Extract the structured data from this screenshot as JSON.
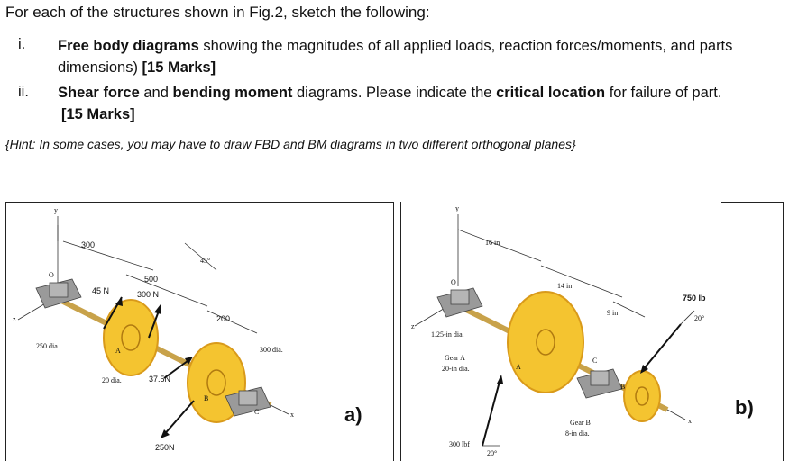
{
  "intro": "For each of the structures shown in Fig.2, sketch the following:",
  "items": [
    {
      "num": "i.",
      "bold": "Free body diagrams",
      "text": " showing the magnitudes of all applied loads, reaction forces/moments, and parts",
      "line2": "dimensions) ",
      "marks": "[15 Marks]"
    },
    {
      "num": "ii.",
      "bold": "Shear force",
      "mid": " and ",
      "bold2": "bending moment",
      "text": " diagrams. Please indicate the ",
      "bold3": "critical location",
      "tail": " for failure of part.",
      "marks": "[15 Marks]"
    }
  ],
  "hint": "{Hint: In some cases, you may have to draw FBD and BM diagrams in two different orthogonal planes}",
  "fig_a": {
    "tag": "a)",
    "labels": {
      "d300": "300",
      "d500": "500",
      "d200": "200",
      "ang45": "45°",
      "f45": "45 N",
      "f300": "300 N",
      "f375": "37.5N",
      "f250": "250N",
      "dia250": "250 dia.",
      "dia20": "20 dia.",
      "dia300": "300 dia.",
      "o": "O",
      "y": "y",
      "z": "z",
      "x": "x",
      "a": "A",
      "b": "B",
      "c": "C"
    }
  },
  "fig_b": {
    "tag": "b)",
    "labels": {
      "d16": "16 in",
      "d14": "14 in",
      "d9": "9 in",
      "f750": "750 lb",
      "ang20a": "20°",
      "shaft": "1.25-in dia.",
      "gearA1": "Gear A",
      "gearA2": "20-in dia.",
      "gearB1": "Gear B",
      "gearB2": "8-in dia.",
      "f300": "300 lbf",
      "ang20b": "20°",
      "o": "O",
      "y": "y",
      "z": "z",
      "x": "x",
      "a": "A",
      "b": "B",
      "c": "C"
    }
  },
  "colors": {
    "gear": "#f4c430",
    "gear_edge": "#d99a1a",
    "shaft": "#c8a24a",
    "bearing": "#9a9a9a"
  }
}
